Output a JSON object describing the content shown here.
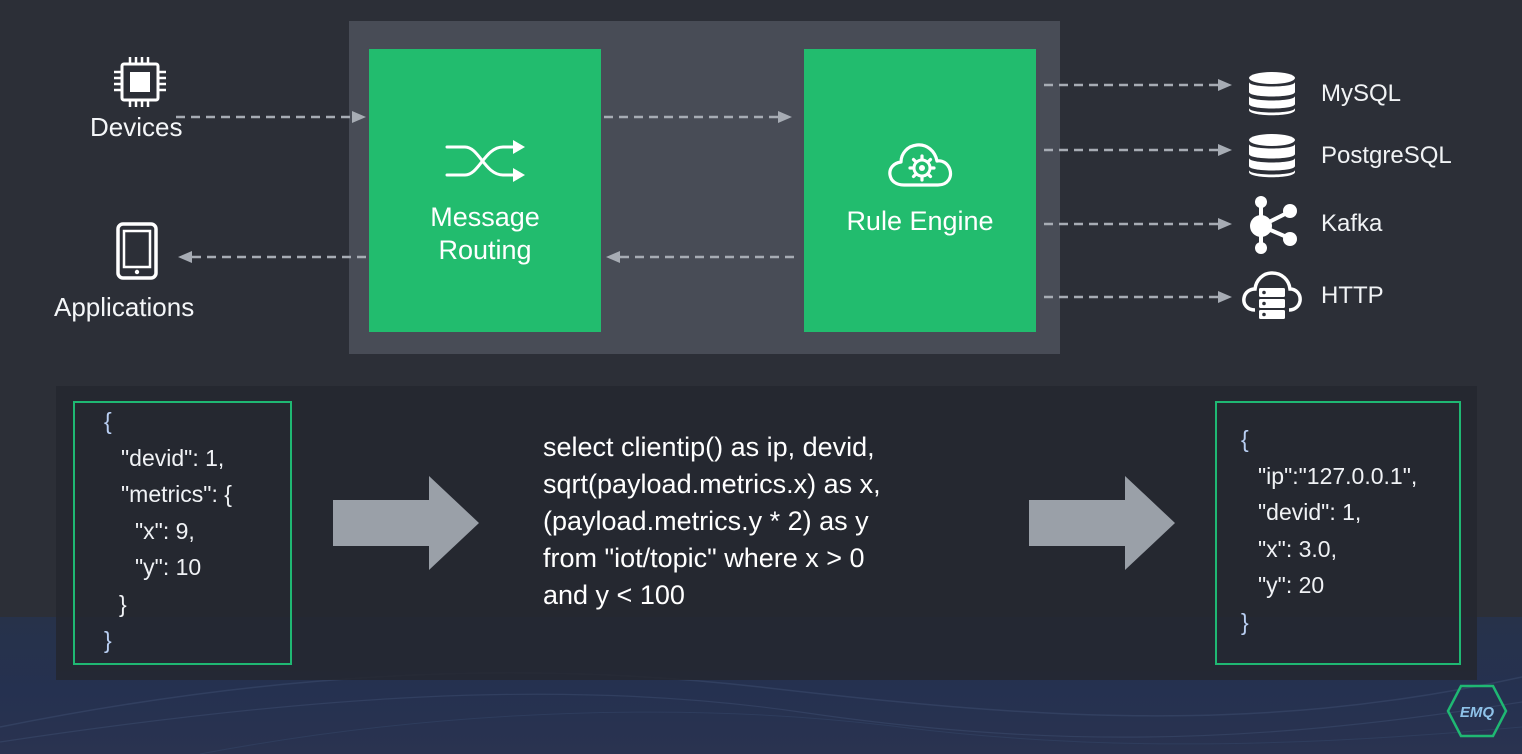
{
  "flow": {
    "devices_label": "Devices",
    "applications_label": "Applications",
    "routing_label": "Message\nRouting",
    "rule_engine_label": "Rule Engine",
    "sinks": [
      {
        "name": "MySQL",
        "icon": "database-icon"
      },
      {
        "name": "PostgreSQL",
        "icon": "database-icon"
      },
      {
        "name": "Kafka",
        "icon": "kafka-icon"
      },
      {
        "name": "HTTP",
        "icon": "cloud-server-icon"
      }
    ]
  },
  "rule": {
    "input_lines": [
      "{",
      "\"devid\": 1,",
      "\"metrics\": {",
      "\"x\": 9,",
      "\"y\": 10",
      "}",
      "}"
    ],
    "sql_lines": [
      "select clientip() as ip, devid,",
      "sqrt(payload.metrics.x) as x,",
      "(payload.metrics.y * 2) as y",
      "from \"iot/topic\" where x > 0",
      "and y < 100"
    ],
    "output_lines": [
      "{",
      "\"ip\":\"127.0.0.1\",",
      "\"devid\": 1,",
      "\"x\": 3.0,",
      "\"y\": 20",
      "}"
    ]
  },
  "brand": {
    "logo_text": "EMQ"
  },
  "colors": {
    "accent_green": "#22bc6e",
    "background": "#2c2f37",
    "panel": "#484c56",
    "arrow": "#9aa0a8"
  }
}
